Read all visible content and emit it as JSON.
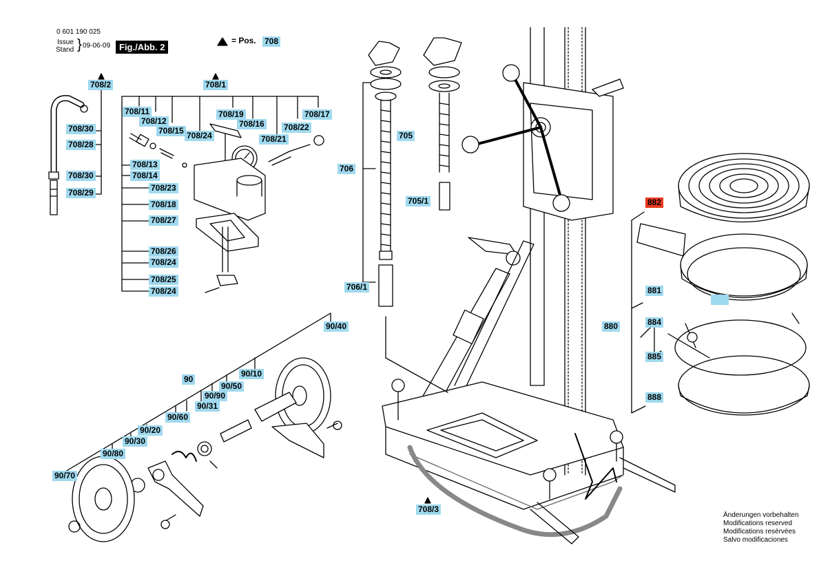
{
  "header": {
    "part_number": "0 601 190 025",
    "issue_label": "Issue",
    "stand_label": "Stand",
    "date": "09-06-09",
    "figure": "Fig./Abb. 2",
    "legend_text": "= Pos.",
    "legend_pos": "708"
  },
  "labels": {
    "p708_2": "708/2",
    "p708_1": "708/1",
    "p708_11": "708/11",
    "p708_12": "708/12",
    "p708_15": "708/15",
    "p708_19": "708/19",
    "p708_16": "708/16",
    "p708_24a": "708/24",
    "p708_21": "708/21",
    "p708_22": "708/22",
    "p708_17": "708/17",
    "p708_30a": "708/30",
    "p708_28": "708/28",
    "p708_30b": "708/30",
    "p708_29": "708/29",
    "p708_13": "708/13",
    "p708_14": "708/14",
    "p708_23": "708/23",
    "p708_18": "708/18",
    "p708_27": "708/27",
    "p708_26": "708/26",
    "p708_24b": "708/24",
    "p708_25": "708/25",
    "p708_24c": "708/24",
    "p706": "706",
    "p705": "705",
    "p705_1": "705/1",
    "p706_1": "706/1",
    "p882": "882",
    "p881": "881",
    "p880": "880",
    "p884": "884",
    "p885": "885",
    "p888": "888",
    "p90_40": "90/40",
    "p90": "90",
    "p90_10": "90/10",
    "p90_50": "90/50",
    "p90_90": "90/90",
    "p90_31": "90/31",
    "p90_60": "90/60",
    "p90_20": "90/20",
    "p90_30": "90/30",
    "p90_80": "90/80",
    "p90_70": "90/70",
    "p708_3": "708/3"
  },
  "notes": [
    "Änderungen vorbehalten",
    "Modifications reserved",
    "Modifications resérvées",
    "Salvo modificaciones"
  ],
  "colors": {
    "label_bg": "#9fd9ee",
    "highlight_bg": "#e8391d"
  }
}
